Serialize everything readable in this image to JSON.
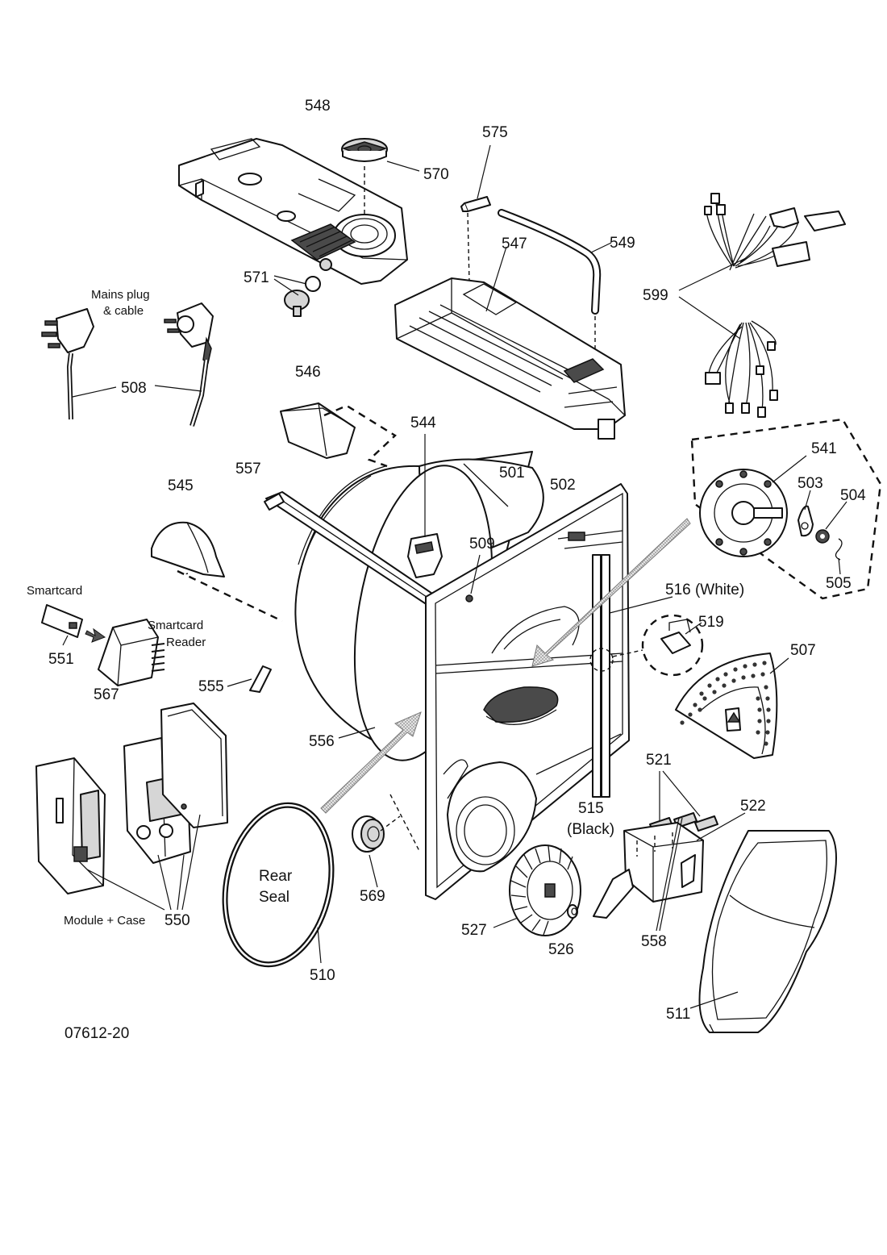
{
  "drawing_number": "07612-20",
  "part_numbers": {
    "p548": "548",
    "p575": "575",
    "p570": "570",
    "p549": "549",
    "p547": "547",
    "p571": "571",
    "p599": "599",
    "p508": "508",
    "p546": "546",
    "p544": "544",
    "p541": "541",
    "p557": "557",
    "p501": "501",
    "p502": "502",
    "p503": "503",
    "p504": "504",
    "p545": "545",
    "p509": "509",
    "p505": "505",
    "p516": "516 (White)",
    "p519": "519",
    "p551": "551",
    "p567": "567",
    "p507": "507",
    "p555": "555",
    "p556": "556",
    "p521": "521",
    "p522": "522",
    "p515": "515",
    "p515_color": "(Black)",
    "p569": "569",
    "p550": "550",
    "p527": "527",
    "p526": "526",
    "p558": "558",
    "p510": "510",
    "p511": "511"
  },
  "captions": {
    "mains_line1": "Mains plug",
    "mains_line2": "& cable",
    "smartcard": "Smartcard",
    "reader_line1": "Smartcard",
    "reader_line2": "Reader",
    "module_case": "Module + Case",
    "rear_seal_line1": "Rear",
    "rear_seal_line2": "Seal"
  }
}
